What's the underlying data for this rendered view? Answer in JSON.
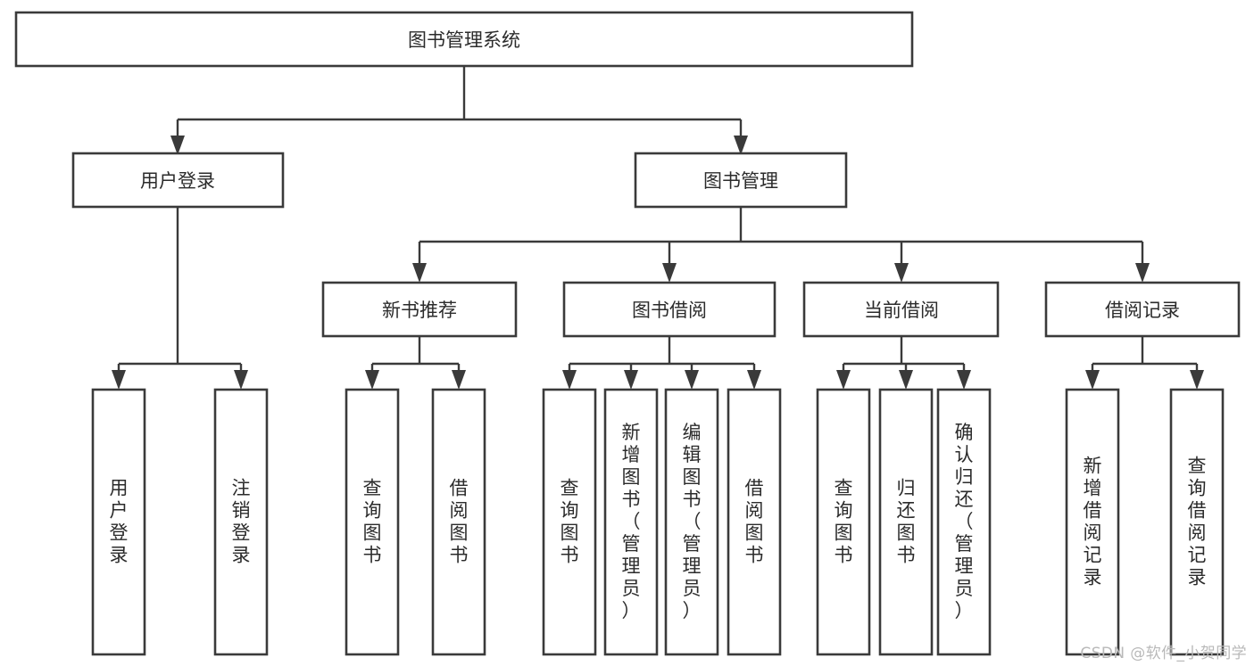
{
  "diagram": {
    "title_node": {
      "label": "图书管理系统"
    },
    "level2": [
      {
        "label": "用户登录"
      },
      {
        "label": "图书管理"
      }
    ],
    "level3": [
      {
        "label": "新书推荐"
      },
      {
        "label": "图书借阅"
      },
      {
        "label": "当前借阅"
      },
      {
        "label": "借阅记录"
      }
    ],
    "leaves": {
      "user_login": [
        {
          "label": "用户登录"
        },
        {
          "label": "注销登录"
        }
      ],
      "new_book_recommend": [
        {
          "label": "查询图书"
        },
        {
          "label": "借阅图书"
        }
      ],
      "book_borrow": [
        {
          "label": "查询图书"
        },
        {
          "label": "新增图书（管理员）"
        },
        {
          "label": "编辑图书（管理员）"
        },
        {
          "label": "借阅图书"
        }
      ],
      "current_borrow": [
        {
          "label": "查询图书"
        },
        {
          "label": "归还图书"
        },
        {
          "label": "确认归还（管理员）"
        }
      ],
      "borrow_record": [
        {
          "label": "新增借阅记录"
        },
        {
          "label": "查询借阅记录"
        }
      ]
    }
  },
  "watermark": {
    "text": "CSDN @软件_小贺同学"
  },
  "colors": {
    "box_stroke": "#3a3a3a",
    "box_fill": "#ffffff",
    "text": "#2b2b2b",
    "watermark": "#b9b9b9",
    "background": "#ffffff"
  }
}
